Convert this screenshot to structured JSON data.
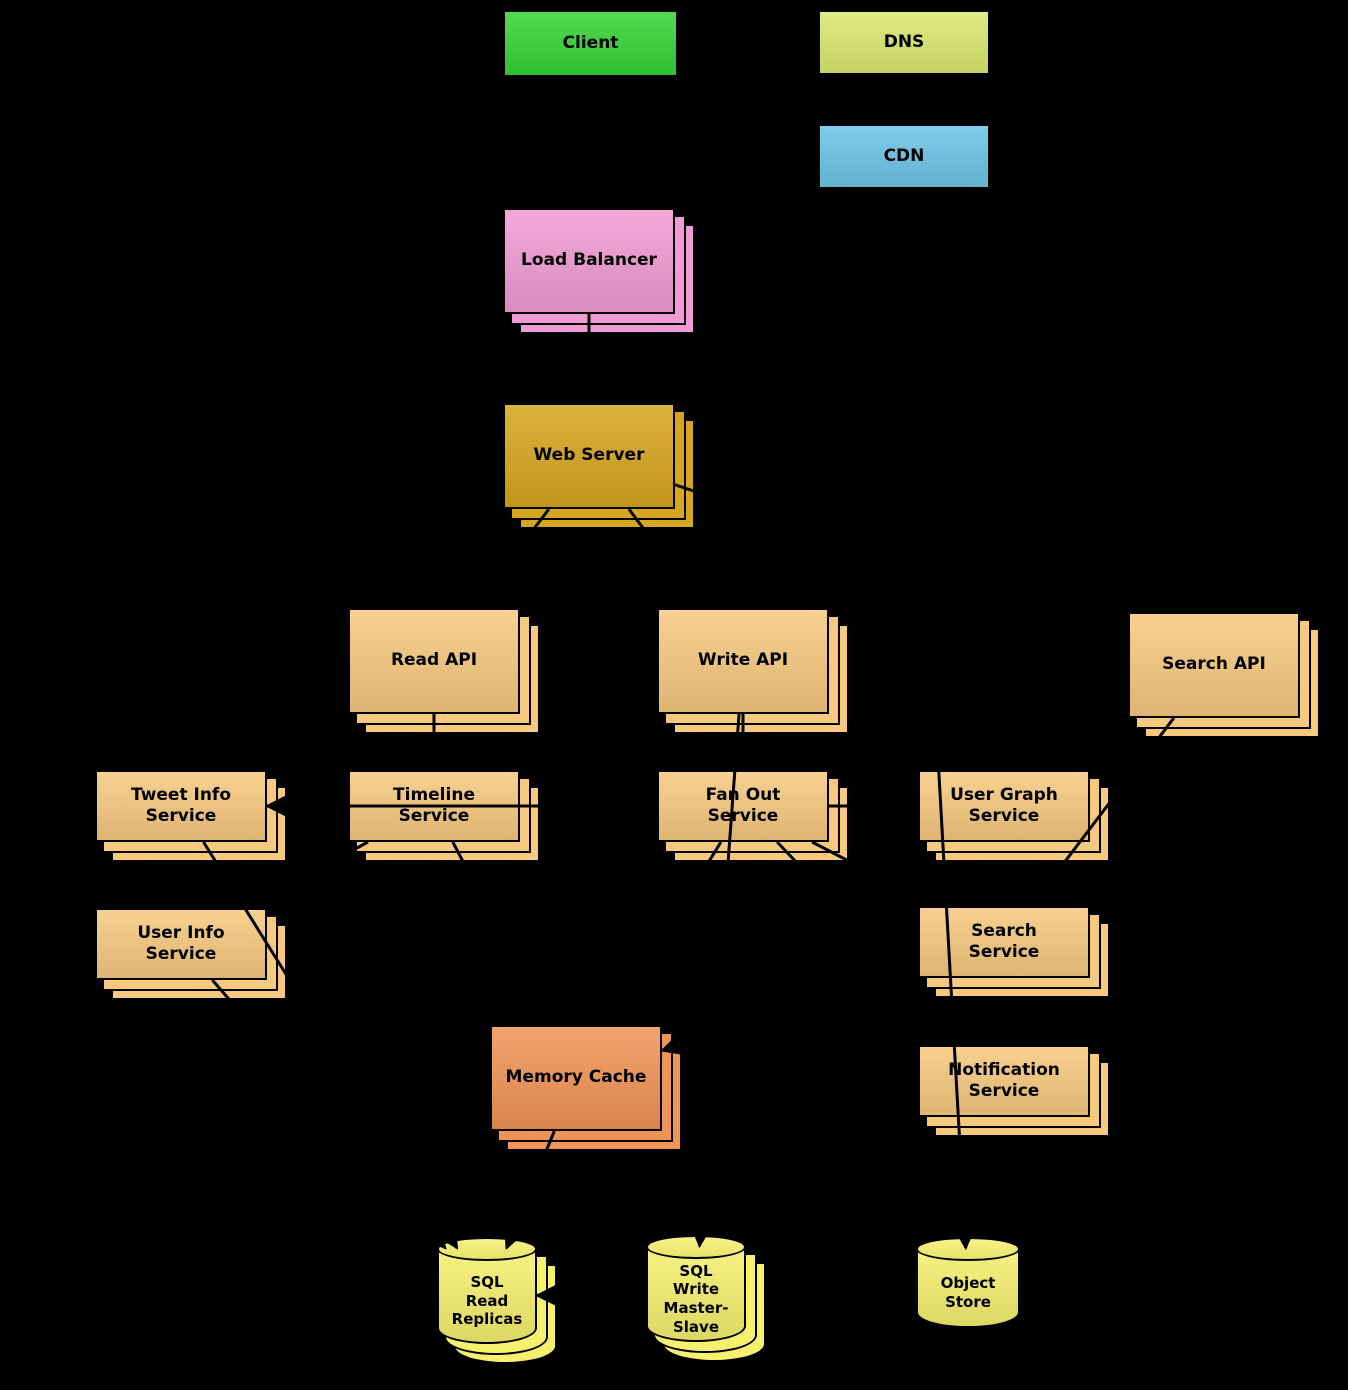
{
  "background": "#000000",
  "nodes": {
    "client": {
      "label": "Client",
      "color": "#35d435"
    },
    "dns": {
      "label": "DNS",
      "color": "#d9e970"
    },
    "cdn": {
      "label": "CDN",
      "color": "#6cc5e8"
    },
    "load_balancer": {
      "label": "Load Balancer",
      "color": "#f19bd4"
    },
    "web_server": {
      "label": "Web Server",
      "color": "#d6a61f"
    },
    "read_api": {
      "label": "Read API",
      "color": "#f7c97e"
    },
    "write_api": {
      "label": "Write API",
      "color": "#f7c97e"
    },
    "search_api": {
      "label": "Search API",
      "color": "#f7c97e"
    },
    "tweet_info_service": {
      "label": "Tweet Info\nService",
      "color": "#f7c97e"
    },
    "timeline_service": {
      "label": "Timeline\nService",
      "color": "#f7c97e"
    },
    "fan_out_service": {
      "label": "Fan Out\nService",
      "color": "#f7c97e"
    },
    "user_graph_service": {
      "label": "User Graph\nService",
      "color": "#f7c97e"
    },
    "user_info_service": {
      "label": "User Info\nService",
      "color": "#f7c97e"
    },
    "search_service": {
      "label": "Search\nService",
      "color": "#f7c97e"
    },
    "memory_cache": {
      "label": "Memory Cache",
      "color": "#f09455"
    },
    "notification_service": {
      "label": "Notification\nService",
      "color": "#f7c97e"
    },
    "sql_read_replicas": {
      "label": "SQL\nRead\nReplicas",
      "color": "#f5f06e"
    },
    "sql_write_master_slave": {
      "label": "SQL\nWrite\nMaster-\nSlave",
      "color": "#f5f06e"
    },
    "object_store": {
      "label": "Object\nStore",
      "color": "#f5f06e"
    }
  },
  "connections": [
    {
      "from": "client",
      "to": "dns"
    },
    {
      "from": "client",
      "to": "cdn"
    },
    {
      "from": "client",
      "to": "load_balancer"
    },
    {
      "from": "load_balancer",
      "to": "web_server"
    },
    {
      "from": "web_server",
      "to": "read_api"
    },
    {
      "from": "web_server",
      "to": "write_api"
    },
    {
      "from": "web_server",
      "to": "search_api"
    },
    {
      "from": "read_api",
      "to": "timeline_service"
    },
    {
      "from": "timeline_service",
      "to": "tweet_info_service"
    },
    {
      "from": "timeline_service",
      "to": "user_info_service"
    },
    {
      "from": "timeline_service",
      "to": "memory_cache"
    },
    {
      "from": "write_api",
      "to": "fan_out_service"
    },
    {
      "from": "fan_out_service",
      "to": "user_graph_service"
    },
    {
      "from": "fan_out_service",
      "to": "tweet_info_service"
    },
    {
      "from": "fan_out_service",
      "to": "memory_cache"
    },
    {
      "from": "fan_out_service",
      "to": "notification_service"
    },
    {
      "from": "fan_out_service",
      "to": "search_service"
    },
    {
      "from": "search_api",
      "to": "search_service"
    },
    {
      "from": "tweet_info_service",
      "to": "sql_read_replicas"
    },
    {
      "from": "user_info_service",
      "to": "sql_read_replicas"
    },
    {
      "from": "write_api",
      "to": "sql_write_master_slave"
    },
    {
      "from": "sql_write_master_slave",
      "to": "sql_read_replicas"
    },
    {
      "from": "memory_cache",
      "to": "sql_read_replicas"
    },
    {
      "from": "cdn",
      "to": "object_store"
    },
    {
      "from": "search_service",
      "to": "memory_cache"
    }
  ]
}
